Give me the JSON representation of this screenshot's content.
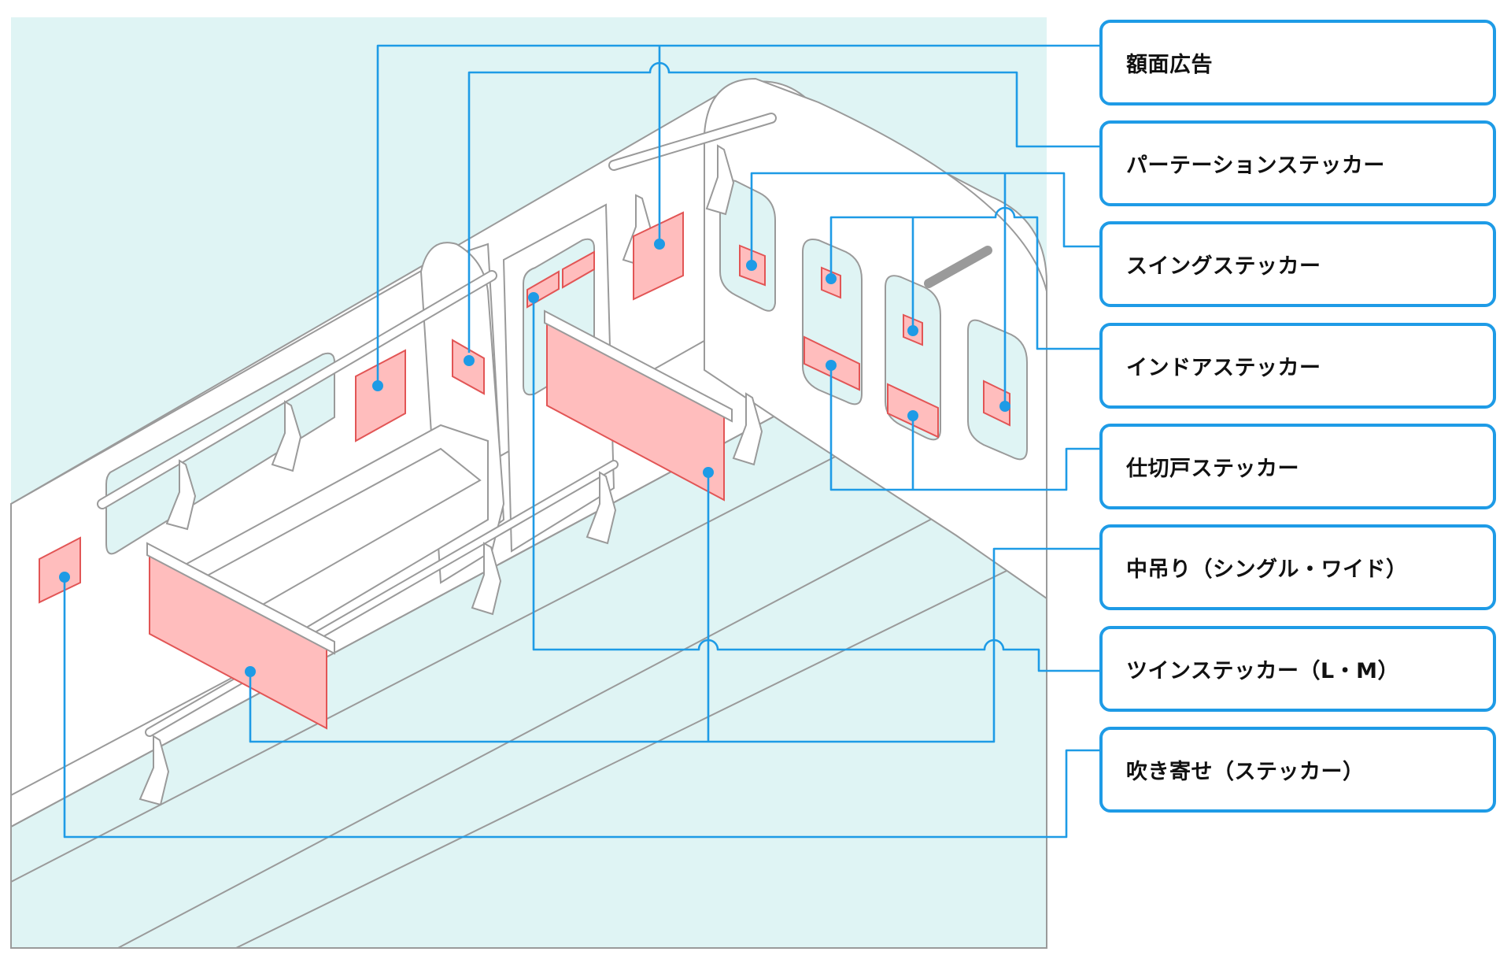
{
  "labels": [
    {
      "id": "frame-ad",
      "text": "額面広告"
    },
    {
      "id": "partition-sticker",
      "text": "パーテーションステッカー"
    },
    {
      "id": "swing-sticker",
      "text": "スイングステッカー"
    },
    {
      "id": "in-door-sticker",
      "text": "インドアステッカー"
    },
    {
      "id": "partition-door-sticker",
      "text": "仕切戸ステッカー"
    },
    {
      "id": "hanging-ad",
      "text": "中吊り（シングル・ワイド）"
    },
    {
      "id": "twin-sticker",
      "text": "ツインステッカー（L・M）"
    },
    {
      "id": "blow-in-sticker",
      "text": "吹き寄せ（ステッカー）"
    }
  ],
  "colors": {
    "leader": "#1e9be6",
    "ad_fill": "#ffbdbd",
    "ad_stroke": "#e25555",
    "floor": "#dff4f4",
    "outline": "#9a9a9a"
  }
}
